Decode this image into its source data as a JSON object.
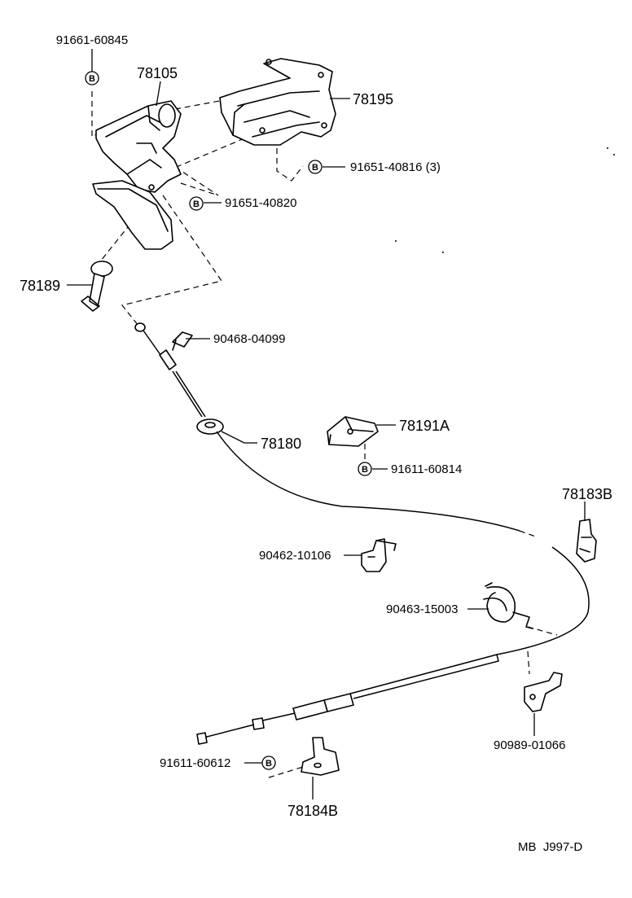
{
  "diagram": {
    "parts": {
      "p78105": "78105",
      "p78195": "78195",
      "p78189": "78189",
      "p78180": "78180",
      "p78191A": "78191A",
      "p78183B": "78183B",
      "p78184B": "78184B",
      "p91661_60845": "91661-60845",
      "p91651_40816": "91651-40816 (3)",
      "p91651_40820": "91651-40820",
      "p90468_04099": "90468-04099",
      "p91611_60814": "91611-60814",
      "p90462_10106": "90462-10106",
      "p90463_15003": "90463-15003",
      "p90989_01066": "90989-01066",
      "p91611_60612": "91611-60612"
    },
    "bolt_marker": "B",
    "footer_code": "MB  J997-D"
  }
}
